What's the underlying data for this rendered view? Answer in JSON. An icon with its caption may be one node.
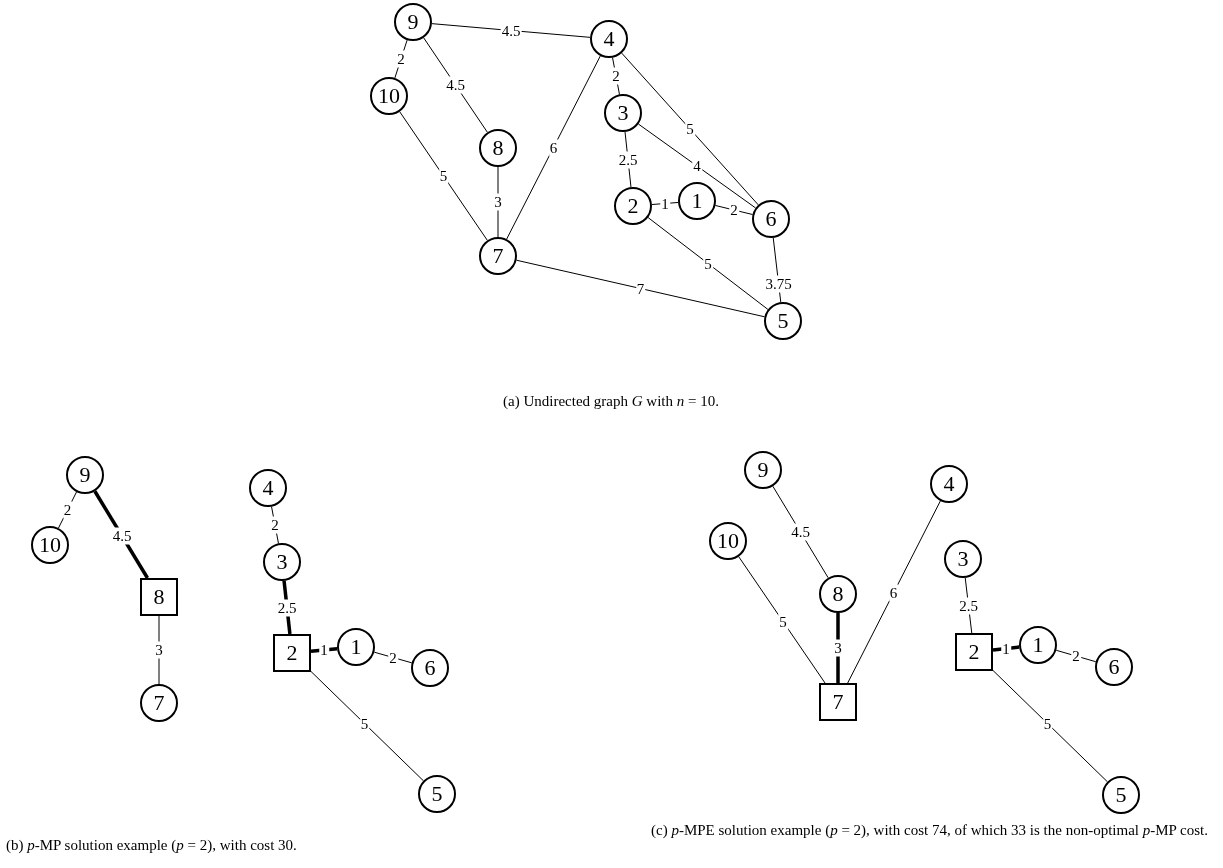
{
  "diagram": {
    "nodes": [
      {
        "text": [
          "1"
        ]
      },
      {
        "text": [
          "2"
        ]
      },
      {
        "text": [
          "3"
        ]
      },
      {
        "text": [
          "4"
        ]
      },
      {
        "text": [
          "5"
        ]
      },
      {
        "text": [
          "6"
        ]
      },
      {
        "text": [
          "7"
        ]
      },
      {
        "text": [
          "8"
        ]
      },
      {
        "text": [
          "9"
        ]
      },
      {
        "text": [
          "10"
        ]
      },
      {
        "text": [
          "1"
        ]
      },
      {
        "text": [
          "2"
        ]
      },
      {
        "text": [
          "3"
        ]
      },
      {
        "text": [
          "4"
        ]
      },
      {
        "text": [
          "5"
        ]
      },
      {
        "text": [
          "6"
        ]
      },
      {
        "text": [
          "7"
        ]
      },
      {
        "text": [
          "8"
        ]
      },
      {
        "text": [
          "9"
        ]
      },
      {
        "text": [
          "10"
        ]
      },
      {
        "text": [
          "1"
        ]
      },
      {
        "text": [
          "2"
        ]
      },
      {
        "text": [
          "3"
        ]
      },
      {
        "text": [
          "4"
        ]
      },
      {
        "text": [
          "5"
        ]
      },
      {
        "text": [
          "6"
        ]
      },
      {
        "text": [
          "7"
        ]
      },
      {
        "text": [
          "8"
        ]
      },
      {
        "text": [
          "9"
        ]
      },
      {
        "text": [
          "10"
        ]
      }
    ],
    "edges": [
      {
        "from": 8,
        "to": 3,
        "arrow": "none",
        "label": "4.5"
      },
      {
        "from": 8,
        "to": 9,
        "arrow": "none",
        "label": "2"
      },
      {
        "from": 8,
        "to": 7,
        "arrow": "none",
        "label": "4.5"
      },
      {
        "from": 9,
        "to": 6,
        "arrow": "none",
        "label": "5"
      },
      {
        "from": 7,
        "to": 6,
        "arrow": "none",
        "label": "3"
      },
      {
        "from": 3,
        "to": 6,
        "arrow": "none",
        "label": "6"
      },
      {
        "from": 3,
        "to": 2,
        "arrow": "none",
        "label": "2"
      },
      {
        "from": 3,
        "to": 5,
        "arrow": "none",
        "label": "5"
      },
      {
        "from": 2,
        "to": 1,
        "arrow": "none",
        "label": "2.5"
      },
      {
        "from": 2,
        "to": 5,
        "arrow": "none",
        "label": "4"
      },
      {
        "from": 1,
        "to": 0,
        "arrow": "none",
        "label": "1"
      },
      {
        "from": 0,
        "to": 5,
        "arrow": "none",
        "label": "2"
      },
      {
        "from": 1,
        "to": 4,
        "arrow": "none",
        "label": "5"
      },
      {
        "from": 5,
        "to": 4,
        "arrow": "none",
        "label": "3.75"
      },
      {
        "from": 6,
        "to": 4,
        "arrow": "none",
        "label": "7"
      },
      {
        "from": 18,
        "to": 19,
        "arrow": "none",
        "label": "2"
      },
      {
        "from": 18,
        "to": 17,
        "arrow": "none",
        "label": "4.5",
        "style": "thick"
      },
      {
        "from": 17,
        "to": 16,
        "arrow": "none",
        "label": "3"
      },
      {
        "from": 13,
        "to": 12,
        "arrow": "none",
        "label": "2"
      },
      {
        "from": 12,
        "to": 11,
        "arrow": "none",
        "label": "2.5",
        "style": "thick"
      },
      {
        "from": 11,
        "to": 10,
        "arrow": "none",
        "label": "1",
        "style": "thick"
      },
      {
        "from": 10,
        "to": 15,
        "arrow": "none",
        "label": "2"
      },
      {
        "from": 11,
        "to": 14,
        "arrow": "none",
        "label": "5"
      },
      {
        "from": 28,
        "to": 27,
        "arrow": "none",
        "label": "4.5"
      },
      {
        "from": 29,
        "to": 26,
        "arrow": "none",
        "label": "5"
      },
      {
        "from": 27,
        "to": 26,
        "arrow": "none",
        "label": "3",
        "style": "thick"
      },
      {
        "from": 23,
        "to": 26,
        "arrow": "none",
        "label": "6"
      },
      {
        "from": 22,
        "to": 21,
        "arrow": "none",
        "label": "2.5"
      },
      {
        "from": 21,
        "to": 20,
        "arrow": "none",
        "label": "1",
        "style": "thick"
      },
      {
        "from": 20,
        "to": 25,
        "arrow": "none",
        "label": "2"
      },
      {
        "from": 21,
        "to": 24,
        "arrow": "none",
        "label": "5"
      }
    ],
    "labels": [
      "(a) Undirected graph *G* with *n* = 10.",
      "(b) *p*-MP solution example (*p* = 2), with cost 30.",
      "(c) *p*-MPE solution example (*p* = 2), with cost 74, of which 33 is the non-optimal *p*-MP cost."
    ]
  }
}
